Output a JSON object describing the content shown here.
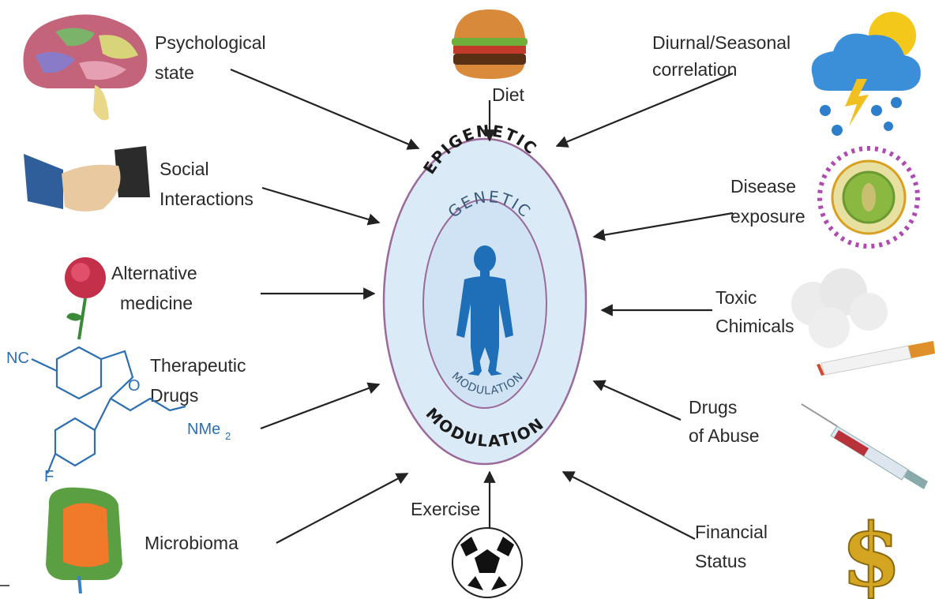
{
  "center": {
    "outer_top": "EPIGENETIC",
    "outer_bottom": "MODULATION",
    "inner_top": "GENETIC",
    "inner_bottom": "MODULATION"
  },
  "factors": {
    "psychological": [
      "Psychological",
      "state"
    ],
    "diet": [
      "Diet"
    ],
    "diurnal": [
      "Diurnal/Seasonal",
      "correlation"
    ],
    "social": [
      "Social",
      "Interactions"
    ],
    "disease": [
      "Disease",
      "exposure"
    ],
    "alternative": [
      "Alternative",
      "medicine"
    ],
    "toxic": [
      "Toxic",
      "Chimicals"
    ],
    "therapeutic": [
      "Therapeutic",
      "Drugs"
    ],
    "abuse": [
      "Drugs",
      "of Abuse"
    ],
    "microbioma": [
      "Microbioma"
    ],
    "exercise": [
      "Exercise"
    ],
    "financial": [
      "Financial",
      "Status"
    ]
  },
  "molecule": {
    "nc": "NC",
    "o": "O",
    "nme": "NMe",
    "nme_sub": "2",
    "f": "F"
  },
  "colors": {
    "outer_fill": "#dbeaf7",
    "outer_stroke": "#9b6a9b",
    "inner_fill": "#cfe3f4",
    "figure": "#1f6fb8",
    "molecule": "#2c6fb0"
  },
  "icons": [
    "brain-icon",
    "burger-icon",
    "storm-cloud-icon",
    "handshake-icon",
    "virus-icon",
    "rose-icon",
    "smoke-cigarette-icon",
    "syringe-icon",
    "intestine-icon",
    "soccer-ball-icon",
    "dollar-icon"
  ]
}
